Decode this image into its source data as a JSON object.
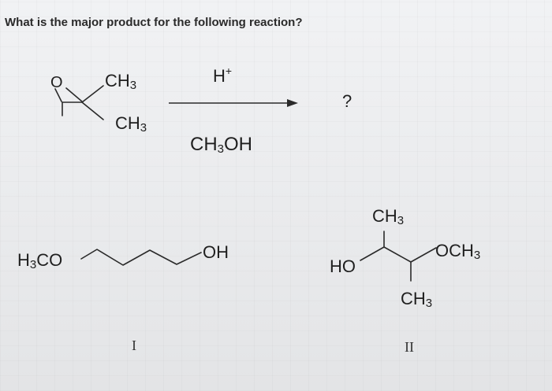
{
  "question": "What is the major product for the following reaction?",
  "reactant": {
    "oxygen": "O",
    "methyl_top": {
      "base": "CH",
      "sub": "3"
    },
    "methyl_bottom": {
      "base": "CH",
      "sub": "3"
    }
  },
  "conditions": {
    "reagent": {
      "base": "H",
      "sup": "+"
    },
    "solvent": {
      "a": "CH",
      "sub": "3",
      "b": "OH"
    }
  },
  "product_placeholder": "?",
  "choice_1": {
    "left_group": {
      "a": "H",
      "sub": "3",
      "b": "CO"
    },
    "right_group": "OH",
    "label": "I"
  },
  "choice_2": {
    "top_methyl": {
      "base": "CH",
      "sub": "3"
    },
    "hydroxyl": "HO",
    "methoxy": {
      "base": "OCH",
      "sub": "3"
    },
    "bottom_methyl": {
      "base": "CH",
      "sub": "3"
    },
    "label": "II"
  }
}
